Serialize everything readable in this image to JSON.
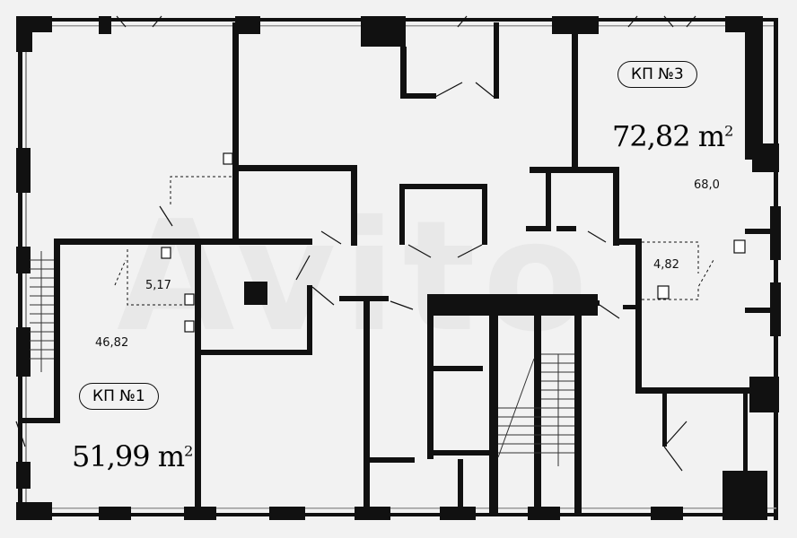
{
  "watermark": "Avito",
  "units": {
    "kp3": {
      "label": "КП №3",
      "area": "72,82",
      "unit": "m",
      "exp": "2",
      "rooms": [
        "68,0",
        "4,82"
      ]
    },
    "kp1": {
      "label": "КП №1",
      "area": "51,99",
      "unit": "m",
      "exp": "2",
      "rooms": [
        "46,82",
        "5,17"
      ]
    }
  }
}
